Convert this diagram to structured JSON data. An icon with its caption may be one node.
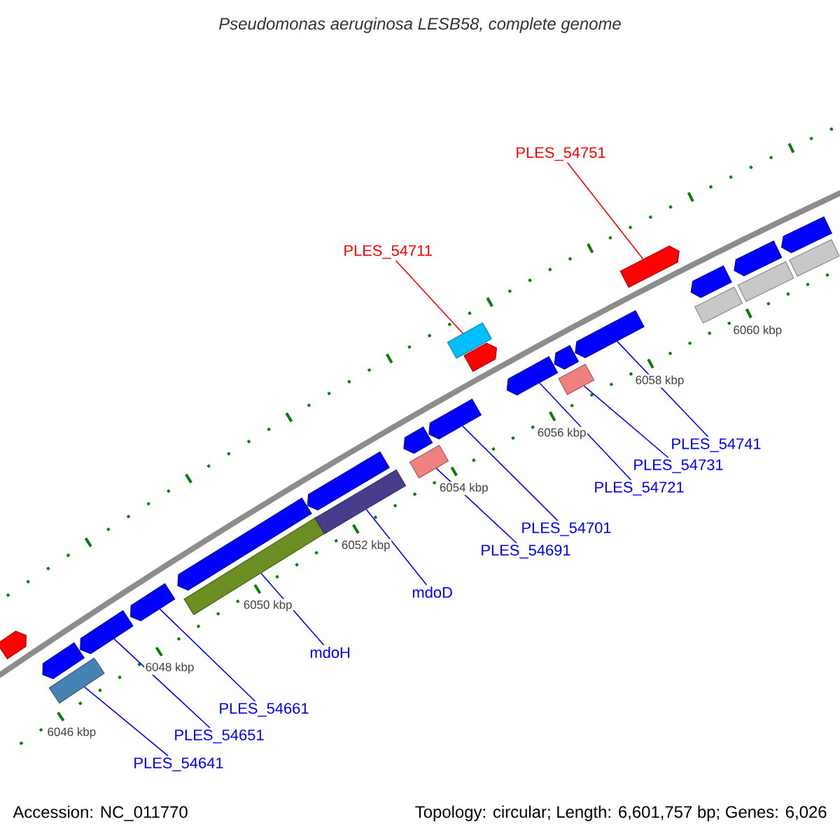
{
  "diagram": {
    "title": "Pseudomonas aeruginosa LESB58, complete genome",
    "nodes": [
      {
        "text": [
          "PLES_54751"
        ]
      },
      {
        "text": [
          "PLES_54711"
        ]
      },
      {
        "text": [
          "PLES_54741"
        ]
      },
      {
        "text": [
          "PLES_54731"
        ]
      },
      {
        "text": [
          "PLES_54721"
        ]
      },
      {
        "text": [
          "PLES_54701"
        ]
      },
      {
        "text": [
          "PLES_54691"
        ]
      },
      {
        "text": [
          "mdoD"
        ]
      },
      {
        "text": [
          "mdoH"
        ]
      },
      {
        "text": [
          "PLES_54661"
        ]
      },
      {
        "text": [
          "PLES_54651"
        ]
      },
      {
        "text": [
          "PLES_54641"
        ]
      },
      {
        "text": [],
        "shape": "pentagon"
      },
      {
        "text": [],
        "shape": "box"
      },
      {
        "text": [],
        "shape": "pentagon"
      },
      {
        "text": [],
        "shape": "pentagon"
      },
      {
        "text": [],
        "shape": "pentagon"
      },
      {
        "text": [],
        "shape": "box"
      },
      {
        "text": [],
        "shape": "pentagon"
      },
      {
        "text": [],
        "shape": "box"
      },
      {
        "text": [],
        "shape": "pentagon"
      },
      {
        "text": [],
        "shape": "pentagon"
      },
      {
        "text": [],
        "shape": "box"
      },
      {
        "text": [],
        "shape": "pentagon"
      },
      {
        "text": [],
        "shape": "box"
      },
      {
        "text": [],
        "shape": "pentagon"
      },
      {
        "text": [],
        "shape": "pentagon"
      },
      {
        "text": [],
        "shape": "box"
      },
      {
        "text": [],
        "shape": "pentagon"
      },
      {
        "text": [],
        "shape": "pentagon"
      },
      {
        "text": [],
        "shape": "pentagon"
      },
      {
        "text": [],
        "shape": "box"
      },
      {
        "text": [],
        "shape": "pentagon"
      },
      {
        "text": [],
        "shape": "box"
      },
      {
        "text": [],
        "shape": "pentagon"
      },
      {
        "text": [],
        "shape": "box"
      },
      {
        "text": [],
        "shape": "pentagon"
      }
    ],
    "edges": [
      {
        "from": 0,
        "to": 30,
        "arrow": "none",
        "color": "#ff0000"
      },
      {
        "from": 1,
        "to": 24,
        "arrow": "none",
        "color": "#ff0000"
      },
      {
        "from": 2,
        "to": 29,
        "arrow": "none"
      },
      {
        "from": 3,
        "to": 27,
        "arrow": "none"
      },
      {
        "from": 4,
        "to": 26,
        "arrow": "none"
      },
      {
        "from": 5,
        "to": 23,
        "arrow": "none"
      },
      {
        "from": 6,
        "to": 22,
        "arrow": "none"
      },
      {
        "from": 7,
        "to": 19,
        "arrow": "none"
      },
      {
        "from": 8,
        "to": 17,
        "arrow": "none"
      },
      {
        "from": 9,
        "to": 16,
        "arrow": "none"
      },
      {
        "from": 10,
        "to": 15,
        "arrow": "none"
      },
      {
        "from": 11,
        "to": 13,
        "arrow": "none"
      }
    ],
    "labels": [
      "6060 kbp",
      "6058 kbp",
      "6056 kbp",
      "6054 kbp",
      "6052 kbp",
      "6050 kbp",
      "6048 kbp",
      "6046 kbp",
      "Accession: NC_011770",
      "Topology: circular; Length: 6,601,757 bp; Genes: 6,026"
    ]
  }
}
